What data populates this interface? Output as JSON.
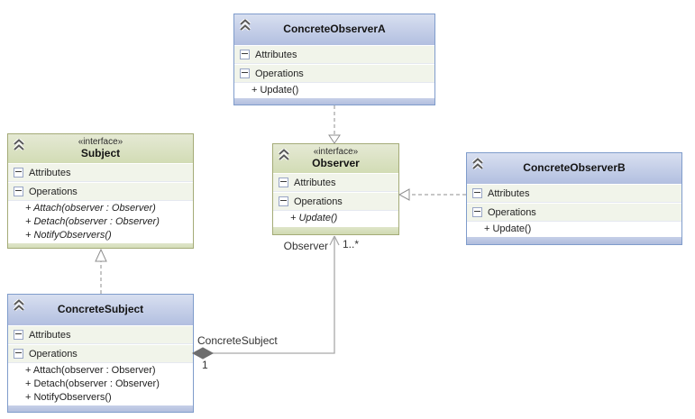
{
  "colors": {
    "class-border": "#7f9ccb",
    "class-header-top": "#d8dff0",
    "class-header-bottom": "#b2bfe0",
    "interface-border": "#a4ab77",
    "interface-header-top": "#e5e9d4",
    "interface-header-bottom": "#d2dcb5",
    "section-row-bg": "#f1f4ea",
    "connector-gray": "#8f8f8f",
    "association-gray": "#a9a9a9",
    "diamond-fill": "#6e6e6e"
  },
  "nodes": {
    "concrete_observer_a": {
      "title": "ConcreteObserverA",
      "attributes_label": "Attributes",
      "operations_label": "Operations",
      "operations": [
        "+ Update()"
      ]
    },
    "subject": {
      "stereotype": "«interface»",
      "title": "Subject",
      "attributes_label": "Attributes",
      "operations_label": "Operations",
      "operations": [
        "+ Attach(observer : Observer)",
        "+ Detach(observer : Observer)",
        "+ NotifyObservers()"
      ]
    },
    "observer": {
      "stereotype": "«interface»",
      "title": "Observer",
      "attributes_label": "Attributes",
      "operations_label": "Operations",
      "operations": [
        "+ Update()"
      ]
    },
    "concrete_observer_b": {
      "title": "ConcreteObserverB",
      "attributes_label": "Attributes",
      "operations_label": "Operations",
      "operations": [
        "+ Update()"
      ]
    },
    "concrete_subject": {
      "title": "ConcreteSubject",
      "attributes_label": "Attributes",
      "operations_label": "Operations",
      "operations": [
        "+ Attach(observer : Observer)",
        "+ Detach(observer : Observer)",
        "+ NotifyObservers()"
      ]
    }
  },
  "edges": {
    "association": {
      "role_label": "ConcreteSubject",
      "source_multiplicity": "1",
      "target_role": "Observer",
      "target_multiplicity": "1..*"
    }
  }
}
